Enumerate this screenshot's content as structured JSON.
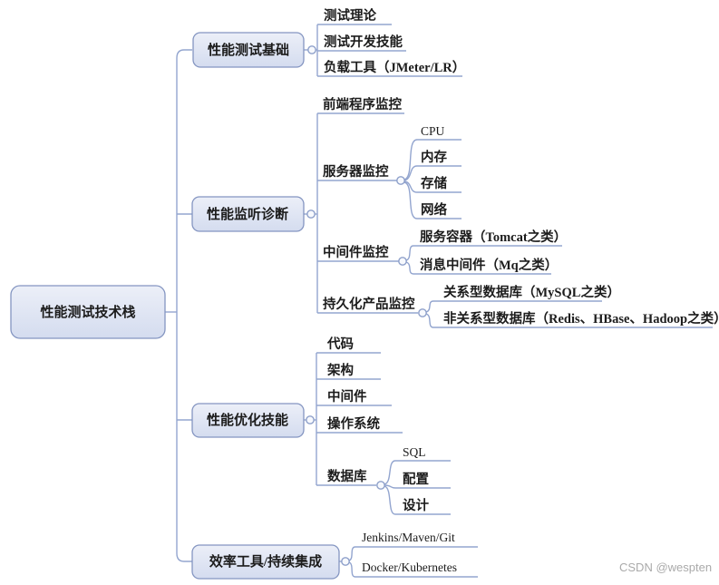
{
  "colors": {
    "background": "#ffffff",
    "node_fill_top": "#eceff8",
    "node_fill_bottom": "#d4dcef",
    "node_border": "#8495c1",
    "connector_line": "#93a5cf",
    "text": "#1c1c1c",
    "watermark_text": "#aaaaaa"
  },
  "watermark": {
    "text": "CSDN @wespten"
  },
  "mindmap": {
    "root": {
      "label": "性能测试技术栈"
    },
    "branches": [
      {
        "label": "性能测试基础",
        "children": [
          {
            "label": "测试理论"
          },
          {
            "label": "测试开发技能"
          },
          {
            "label": "负载工具（JMeter/LR）"
          }
        ]
      },
      {
        "label": "性能监听诊断",
        "children": [
          {
            "label": "前端程序监控"
          },
          {
            "label": "服务器监控",
            "children": [
              {
                "label": "CPU"
              },
              {
                "label": "内存"
              },
              {
                "label": "存储"
              },
              {
                "label": "网络"
              }
            ]
          },
          {
            "label": "中间件监控",
            "children": [
              {
                "label": "服务容器（Tomcat之类）"
              },
              {
                "label": "消息中间件（Mq之类）"
              }
            ]
          },
          {
            "label": "持久化产品监控",
            "children": [
              {
                "label": "关系型数据库（MySQL之类）"
              },
              {
                "label": "非关系型数据库（Redis、HBase、Hadoop之类）"
              }
            ]
          }
        ]
      },
      {
        "label": "性能优化技能",
        "children": [
          {
            "label": "代码"
          },
          {
            "label": "架构"
          },
          {
            "label": "中间件"
          },
          {
            "label": "操作系统"
          },
          {
            "label": "数据库",
            "children": [
              {
                "label": "SQL"
              },
              {
                "label": "配置"
              },
              {
                "label": "设计"
              }
            ]
          }
        ]
      },
      {
        "label": "效率工具/持续集成",
        "children": [
          {
            "label": "Jenkins/Maven/Git"
          },
          {
            "label": "Docker/Kubernetes"
          }
        ]
      }
    ]
  }
}
